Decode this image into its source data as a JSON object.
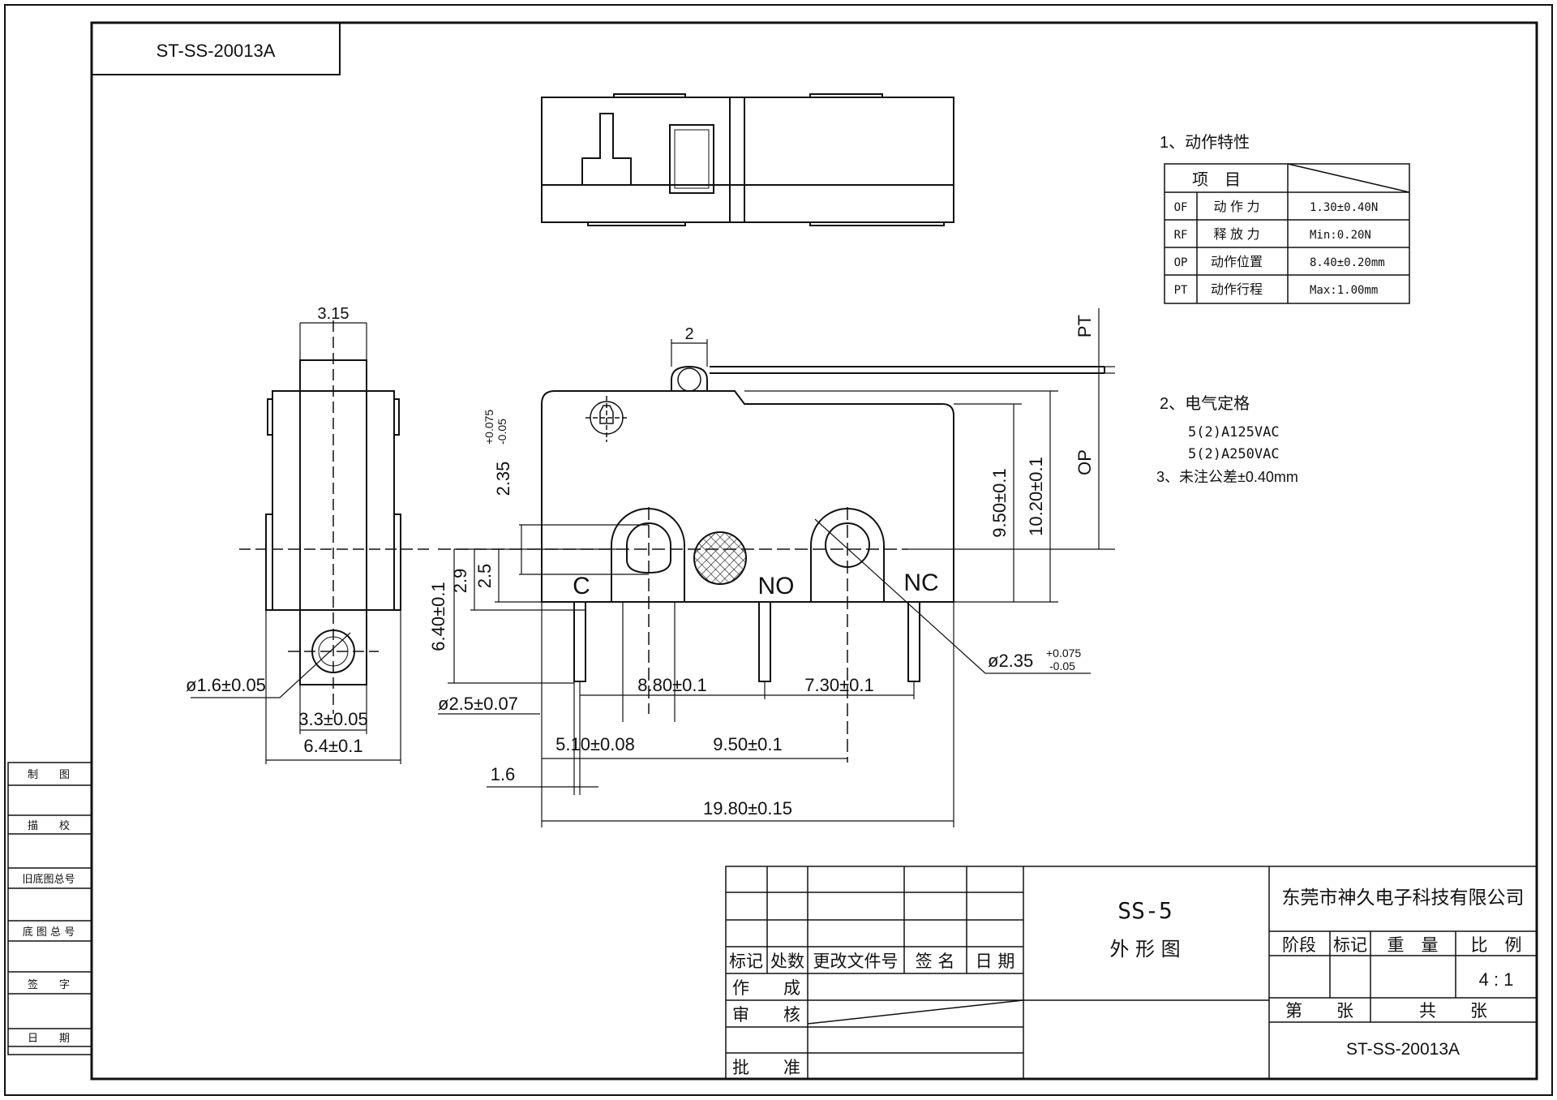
{
  "drawing_code": "ST-SS-20013A",
  "model": "SS-5",
  "drawing_name": "外 形 图",
  "company": "东莞市神久电子科技有限公司",
  "scale": "4 : 1",
  "spec": {
    "section1_title": "1、动作特性",
    "header_item": "项　目",
    "rows": [
      {
        "code": "OF",
        "name": "动 作 力",
        "value": "1.30±0.40N"
      },
      {
        "code": "RF",
        "name": "释 放 力",
        "value": "Min:0.20N"
      },
      {
        "code": "OP",
        "name": "动作位置",
        "value": "8.40±0.20mm"
      },
      {
        "code": "PT",
        "name": "动作行程",
        "value": "Max:1.00mm"
      }
    ],
    "section2_title": "2、电气定格",
    "ratings": [
      "5(2)A125VAC",
      "5(2)A250VAC"
    ],
    "section3": "3、未注公差±0.40mm"
  },
  "dims": {
    "d_3_15": "3.15",
    "d_2": "2",
    "d_pt": "PT",
    "d_op": "OP",
    "d_235": "2.35",
    "d_235_tol_up": "+0.075",
    "d_235_tol_dn": "-0.05",
    "d_950v": "9.50±0.1",
    "d_1020v": "10.20±0.1",
    "d_29": "2.9",
    "d_25": "2.5",
    "d_640": "6.40±0.1",
    "d_phi235": "ø2.35",
    "d_phi235_up": "+0.075",
    "d_phi235_dn": "-0.05",
    "d_phi16": "ø1.6±0.05",
    "d_33": "3.3±0.05",
    "d_64": "6.4±0.1",
    "d_phi25": "ø2.5±0.07",
    "d_880": "8.80±0.1",
    "d_730": "7.30±0.1",
    "d_510": "5.10±0.08",
    "d_950h": "9.50±0.1",
    "d_16": "1.6",
    "d_1980": "19.80±0.15"
  },
  "terminals": {
    "c": "C",
    "no": "NO",
    "nc": "NC"
  },
  "left_column": [
    "制　　图",
    "描　　校",
    "旧底图总号",
    "底 图 总 号",
    "签　　字",
    "日　　期"
  ],
  "title_block": {
    "rev_headers": [
      "标记",
      "处数",
      "更改文件号",
      "签 名",
      "日 期"
    ],
    "roles": [
      "作　　成",
      "审　　核",
      "批　　准"
    ],
    "stage": "阶段",
    "mark": "标记",
    "weight": "重　量",
    "ratio": "比　例",
    "sheet_no": "第　　张",
    "sheet_total": "共　　张"
  }
}
